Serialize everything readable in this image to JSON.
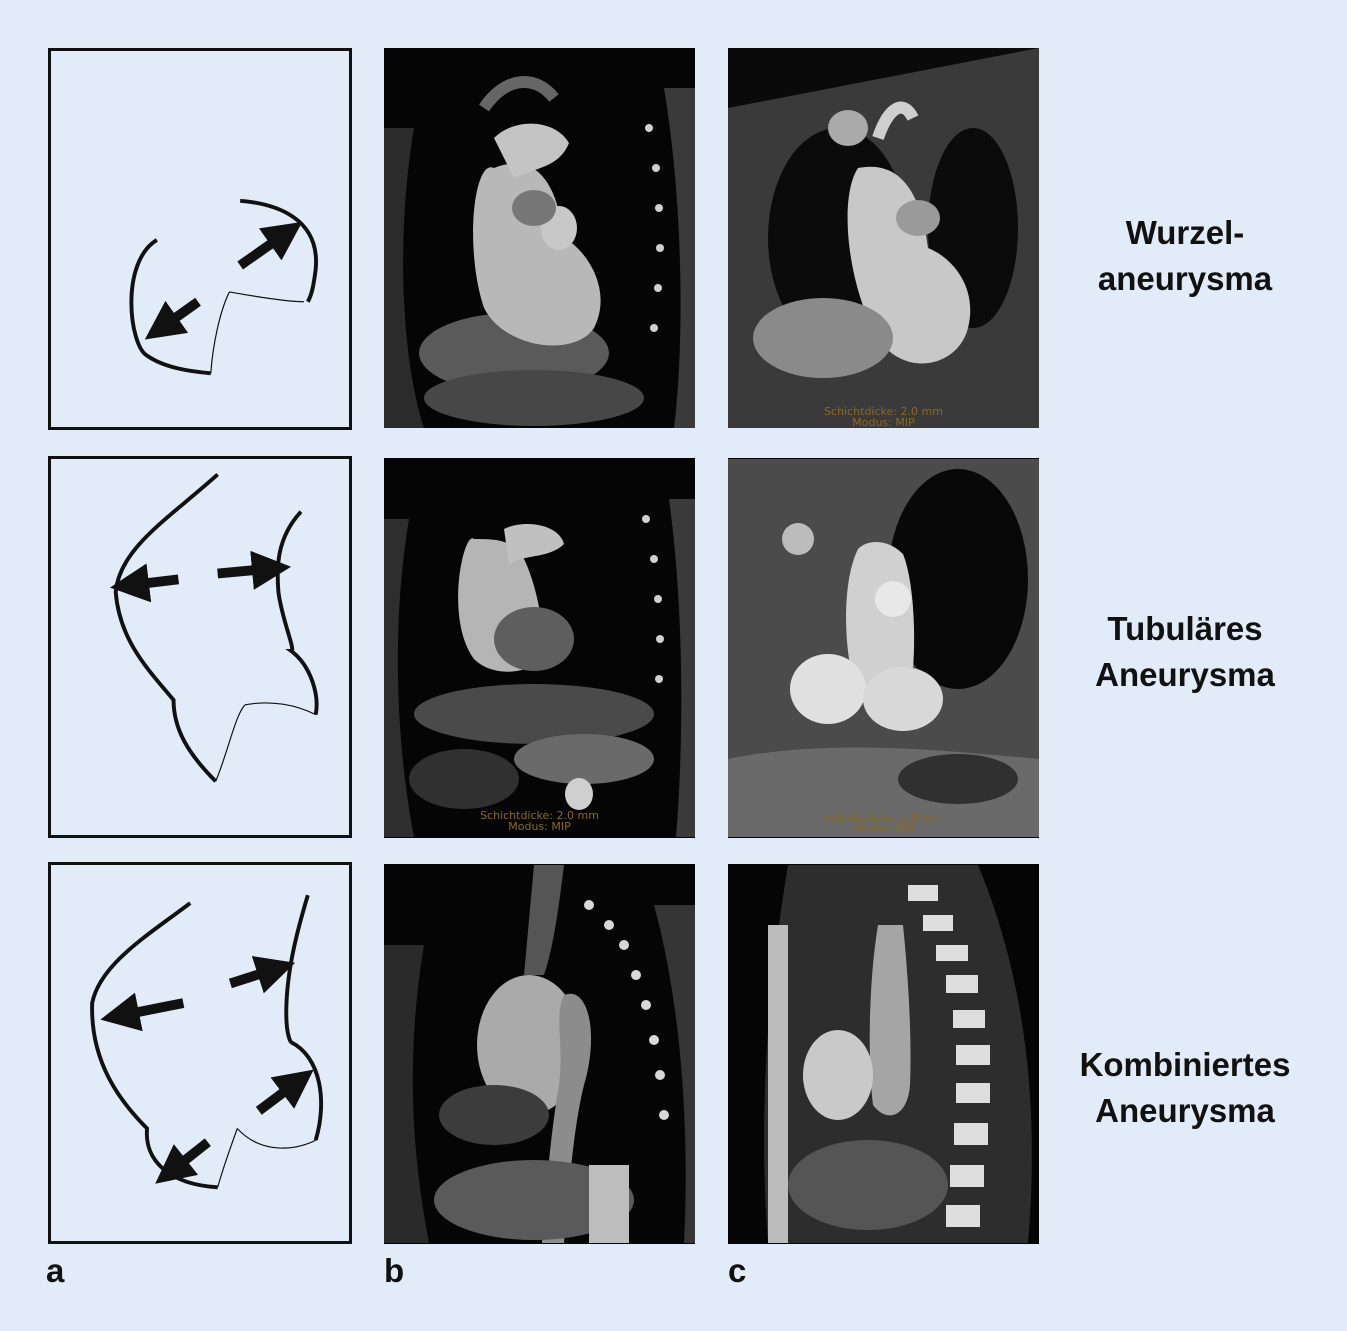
{
  "rows": [
    {
      "label_lines": [
        "Wurzel-",
        "aneurysma"
      ],
      "ct_b_caption": [],
      "ct_c_caption": [
        "Schichtdicke: 2.0 mm",
        "Modus: MIP"
      ]
    },
    {
      "label_lines": [
        "Tubuläres",
        "Aneurysma"
      ],
      "ct_b_caption": [
        "Schichtdicke: 2.0 mm",
        "Modus: MIP"
      ],
      "ct_c_caption": [
        "Schichtdicke: 2.0 mm",
        "Modus: MIP"
      ]
    },
    {
      "label_lines": [
        "Kombiniertes",
        "Aneurysma"
      ],
      "ct_b_caption": [],
      "ct_c_caption": []
    }
  ],
  "panel_letters": [
    "a",
    "b",
    "c"
  ],
  "colors": {
    "background": "#e1ecf8",
    "ink": "#111111",
    "ct_background": "#050505",
    "ct_caption": "#8a6a22"
  }
}
